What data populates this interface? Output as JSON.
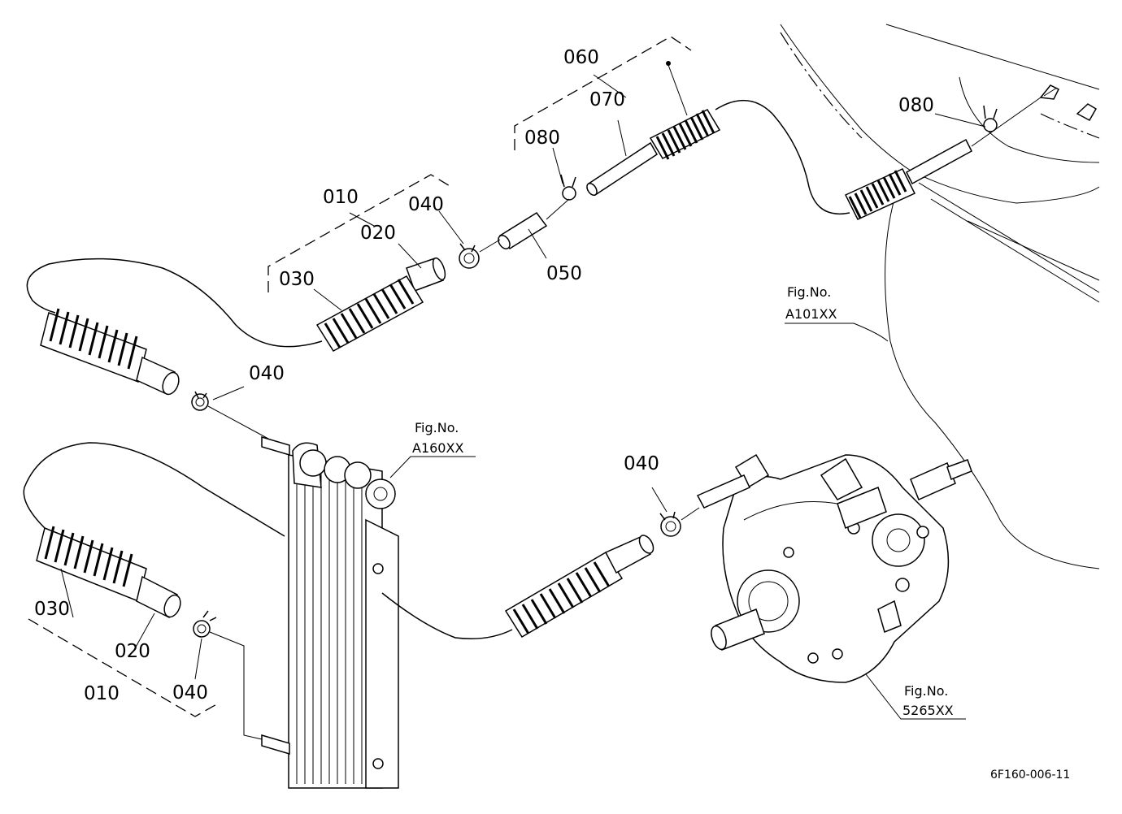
{
  "callouts": {
    "top_060": "060",
    "top_070": "070",
    "top_080_left": "080",
    "top_080_right": "080",
    "top_010": "010",
    "top_020": "020",
    "top_040": "040",
    "top_030": "030",
    "top_050": "050",
    "mid_040_left": "040",
    "mid_040_right": "040",
    "bot_030": "030",
    "bot_020": "020",
    "bot_040": "040",
    "bot_010": "010"
  },
  "references": {
    "a101_title": "Fig.No.",
    "a101_num": "A101XX",
    "a160_title": "Fig.No.",
    "a160_num": "A160XX",
    "r5265_title": "Fig.No.",
    "r5265_num": "5265XX"
  },
  "drawing_code": "6F160-006-11"
}
